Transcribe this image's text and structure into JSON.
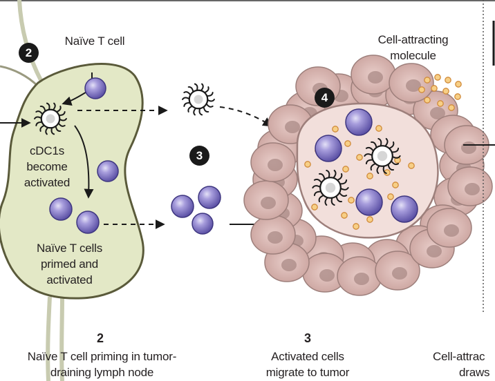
{
  "colors": {
    "lymph_fill": "#e3e8c6",
    "lymph_stroke": "#5a5a3a",
    "tcell_fill": "#7b6fc0",
    "tcell_highlight": "#e4e1f7",
    "tumor_cell": "#d9b7b2",
    "tumor_nucleus": "#a98a86",
    "tumor_outline": "#9d7f7b",
    "chemokine_fill": "#f7cf86",
    "chemokine_stroke": "#d08a3a",
    "inner_zone": "#f2dfdb"
  },
  "icons": {
    "tcell": "t-cell-icon",
    "dendritic": "dendritic-cell-icon",
    "chemokine": "chemokine-dot-icon",
    "tumor_cell": "tumor-cell-icon"
  },
  "badges": {
    "lymph": "2",
    "migration": "3",
    "tumor": "4"
  },
  "labels": {
    "naive_t_cell": "Naïve T cell",
    "cell_attracting_line1": "Cell-attracting",
    "cell_attracting_line2": "molecule",
    "cdc1s_line1": "cDC1s",
    "cdc1s_line2": "become",
    "cdc1s_line3": "activated",
    "primed_line1": "Naïve T cells",
    "primed_line2": "primed and",
    "primed_line3": "activated"
  },
  "steps": [
    {
      "number": "2",
      "line1": "Naïve T cell priming in tumor-",
      "line2": "draining lymph node"
    },
    {
      "number": "3",
      "line1": "Activated cells",
      "line2": "migrate to tumor"
    },
    {
      "number": "",
      "line1": "Cell-attrac",
      "line2": "draws"
    }
  ]
}
